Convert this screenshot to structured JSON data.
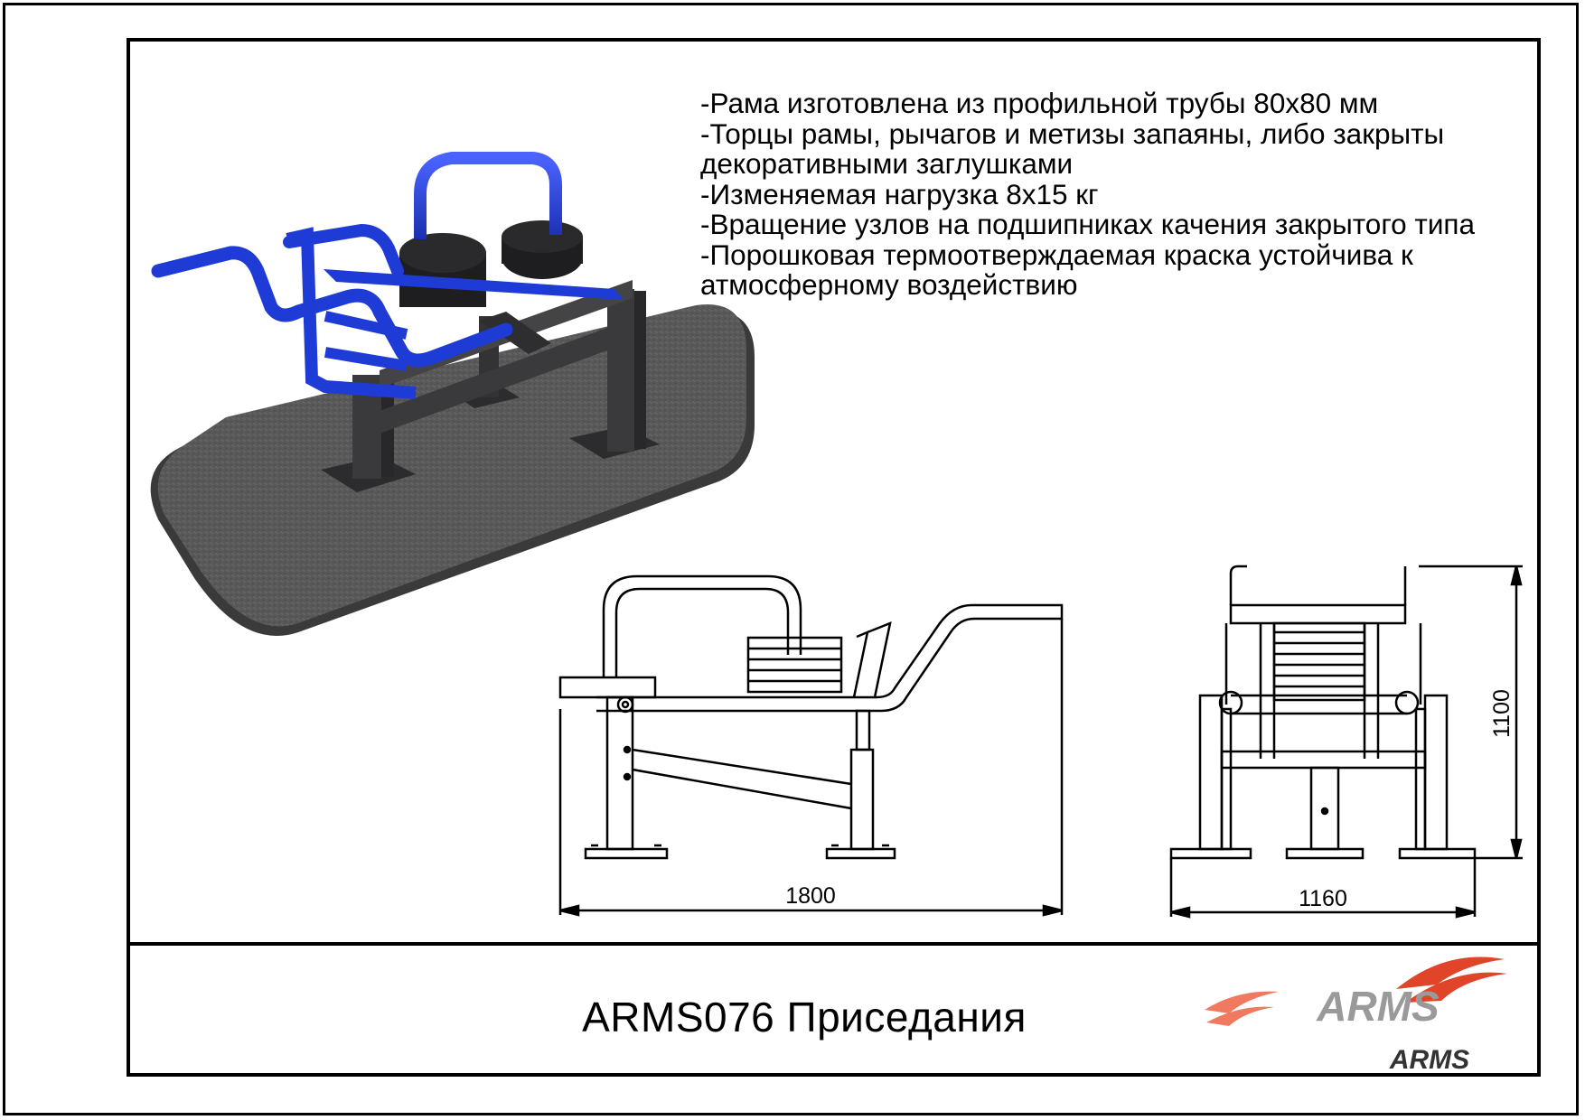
{
  "specs": {
    "lines": [
      "-Рама изготовлена из профильной трубы 80х80 мм",
      "-Торцы рамы, рычагов и метизы запаяны, либо закрыты",
      "декоративными заглушками",
      "-Изменяемая нагрузка 8х15 кг",
      "-Вращение узлов на подшипниках качения закрытого типа",
      "-Порошковая термоотверждаемая краска устойчива к",
      "атмосферному воздействию"
    ]
  },
  "drawing": {
    "side_dimension": "1800",
    "front_width_dimension": "1160",
    "front_height_dimension": "1100"
  },
  "title_block": {
    "product_title": "ARMS076 Приседания",
    "logo_text": "ARMS",
    "logo_caption": "ARMS"
  },
  "colors": {
    "frame": "#3a3a3c",
    "handles": "#1f3bd6",
    "mat": "#5a5a5c",
    "logo_red": "#e0452a"
  }
}
